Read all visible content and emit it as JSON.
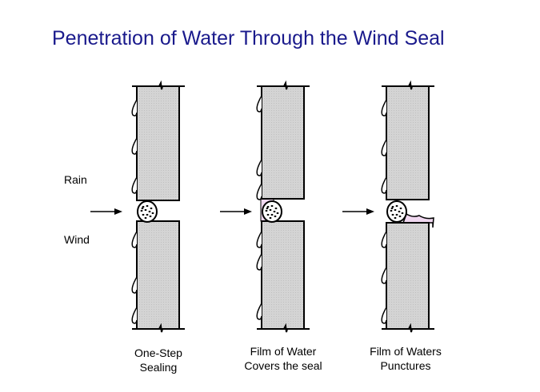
{
  "title": "Penetration of  Water Through the Wind Seal",
  "labels": {
    "rain": "Rain",
    "wind": "Wind"
  },
  "panels": [
    {
      "caption_line1": "One-Step",
      "caption_line2": "Sealing",
      "water_state": "none"
    },
    {
      "caption_line1": "Film of Water",
      "caption_line2": "Covers the seal",
      "water_state": "film"
    },
    {
      "caption_line1": "Film of Waters",
      "caption_line2": "Punctures",
      "water_state": "punctured"
    }
  ],
  "colors": {
    "title": "#1a1a8c",
    "panel_fill": "#d4d4d4",
    "water": "#f0d8f0"
  }
}
